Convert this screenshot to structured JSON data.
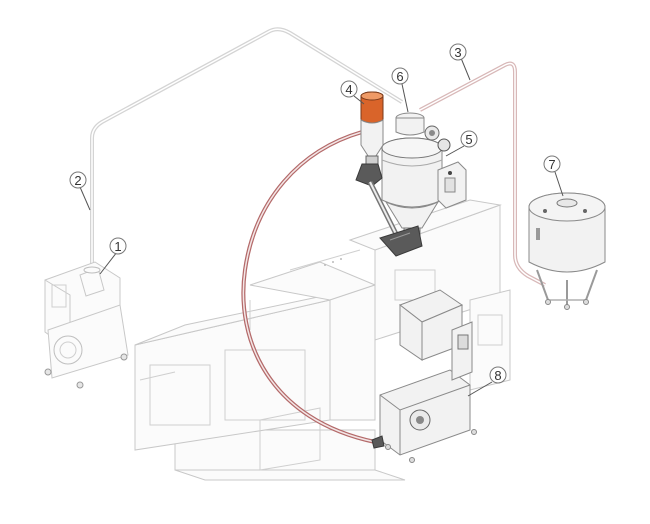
{
  "diagram": {
    "callouts": [
      {
        "id": "1",
        "label": "1"
      },
      {
        "id": "2",
        "label": "2"
      },
      {
        "id": "3",
        "label": "3"
      },
      {
        "id": "4",
        "label": "4"
      },
      {
        "id": "5",
        "label": "5"
      },
      {
        "id": "6",
        "label": "6"
      },
      {
        "id": "7",
        "label": "7"
      },
      {
        "id": "8",
        "label": "8"
      }
    ],
    "colors": {
      "ghost_line": "#c8c8c8",
      "pipe": "#d9d9d9",
      "hose": "#b46a6a",
      "hopper_accent": "#d9642a",
      "dark_part": "#3a3a3a"
    }
  }
}
